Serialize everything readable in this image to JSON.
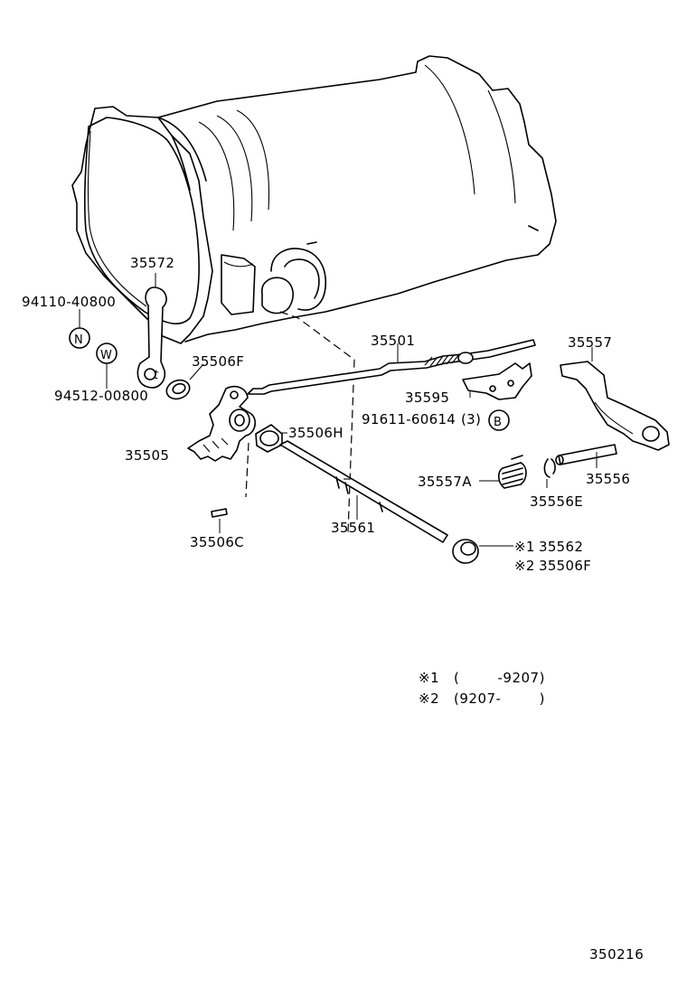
{
  "parts": {
    "p35572": "35572",
    "p94110": "94110-40800",
    "p94512": "94512-00800",
    "p35506F_a": "35506F",
    "p35505": "35505",
    "p35506H": "35506H",
    "p35506C": "35506C",
    "p35561": "35561",
    "p35501": "35501",
    "p35595": "35595",
    "p91611": "91611-60614",
    "p91611_qty": "(3)",
    "p35557": "35557",
    "p35557A": "35557A",
    "p35556": "35556",
    "p35556E": "35556E",
    "p35562": "35562",
    "p35506F_b": "35506F"
  },
  "markers": {
    "n": "N",
    "w": "W",
    "b": "B",
    "note1": "※1",
    "note2": "※2"
  },
  "notes": {
    "n1_mark": "※1",
    "n1_text": "(        -9207)",
    "n2_mark": "※2",
    "n2_text": "(9207-        )"
  },
  "figure_code": "350216"
}
